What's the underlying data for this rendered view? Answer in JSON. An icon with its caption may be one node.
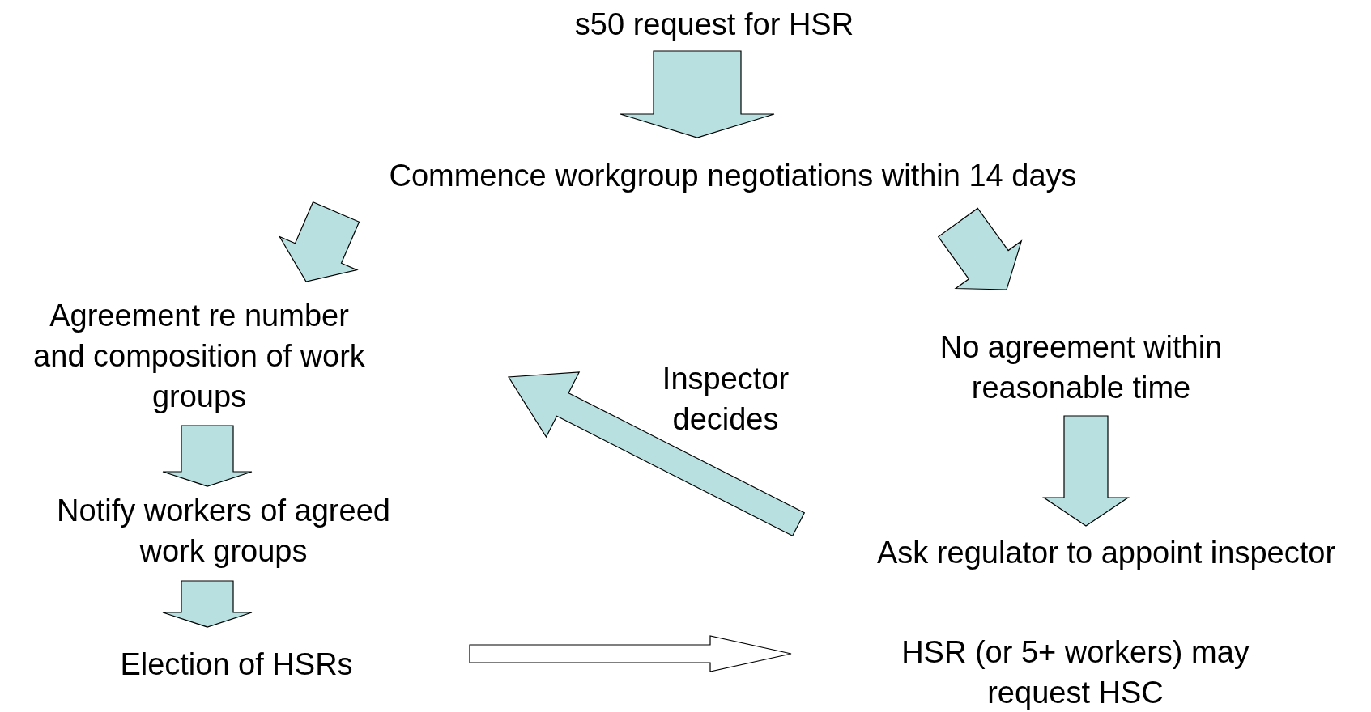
{
  "diagram": {
    "nodes": [
      {
        "text": [
          "s50 request for HSR"
        ]
      },
      {
        "text": [
          "Commence workgroup negotiations within 14 days"
        ]
      },
      {
        "text": [
          "Agreement re number and composition of work groups"
        ]
      },
      {
        "text": [
          "No agreement within reasonable time"
        ]
      },
      {
        "text": [
          "Notify workers of agreed work groups"
        ]
      },
      {
        "text": [
          "Ask regulator to appoint inspector"
        ]
      },
      {
        "text": [
          "Election of HSRs"
        ]
      },
      {
        "text": [
          "HSR (or 5+ workers) may request HSC"
        ]
      }
    ],
    "edges": [
      {
        "from": 0,
        "to": 1,
        "arrow": "to"
      },
      {
        "from": 1,
        "to": 2,
        "arrow": "to"
      },
      {
        "from": 1,
        "to": 3,
        "arrow": "to"
      },
      {
        "from": 2,
        "to": 4,
        "arrow": "to"
      },
      {
        "from": 3,
        "to": 5,
        "arrow": "to"
      },
      {
        "from": 4,
        "to": 6,
        "arrow": "to"
      },
      {
        "from": 5,
        "to": 2,
        "arrow": "to",
        "label": "Inspector decides"
      },
      {
        "from": 6,
        "to": 7,
        "arrow": "to",
        "color": "#ffffff"
      }
    ]
  }
}
